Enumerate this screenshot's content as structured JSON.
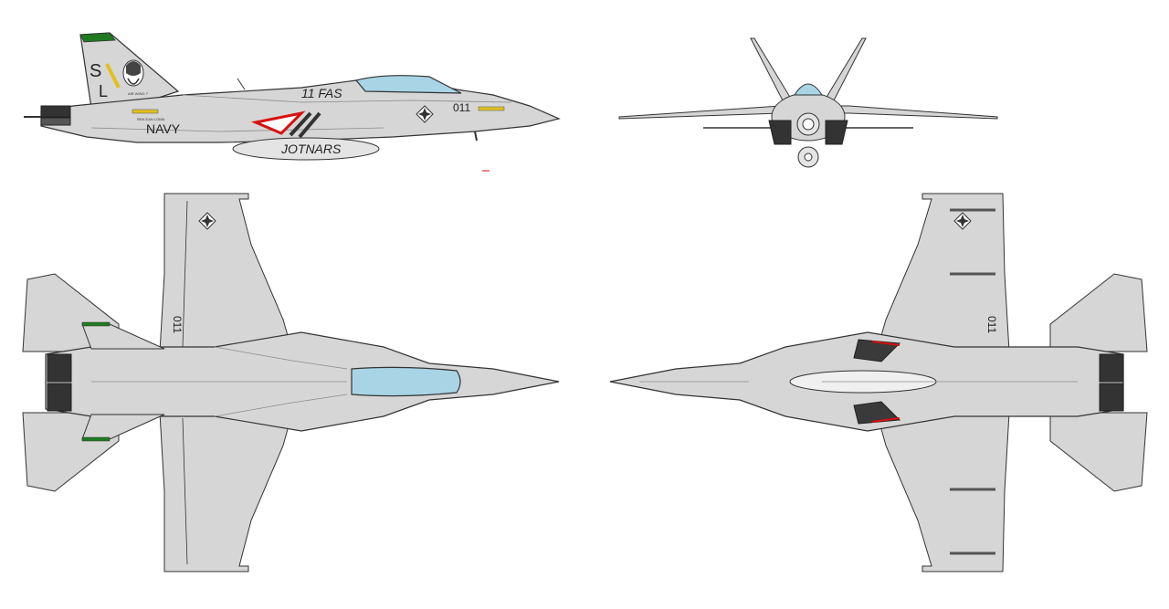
{
  "colors": {
    "background": "#ffffff",
    "airframe": "#d6d6d6",
    "airframe_light": "#e4e4e4",
    "outline": "#333333",
    "panel_line": "#8a8a8a",
    "canopy": "#a8d4e6",
    "tail_tip": "#1f7a1f",
    "stripe_yellow": "#e0c020",
    "chevron_red": "#d81010",
    "exhaust": "#333333",
    "intake": "#3a3a3a"
  },
  "markings": {
    "tail_code_upper": "S",
    "tail_code_lower": "L",
    "squadron_code": "11 FAS",
    "service": "NAVY",
    "modex": "011",
    "modex_wing": "011",
    "tank_name": "JOTNARS",
    "wing_label": "AIR WING 7",
    "pilot_name": "REN EAN LOMA"
  },
  "icons": {
    "insignia": "star-in-diamond-icon",
    "tail_art": "knight-head-icon"
  },
  "views": [
    {
      "name": "side-view"
    },
    {
      "name": "front-view"
    },
    {
      "name": "top-view"
    },
    {
      "name": "bottom-view"
    }
  ]
}
